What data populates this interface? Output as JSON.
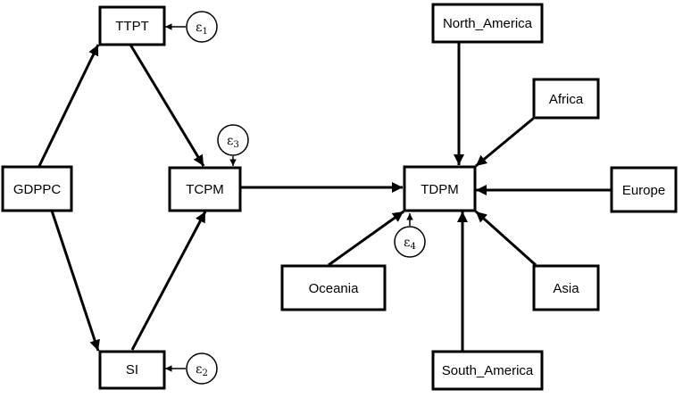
{
  "nodes": {
    "ttpt": "TTPT",
    "gdppc": "GDPPC",
    "tcpm": "TCPM",
    "si": "SI",
    "tdpm": "TDPM",
    "north_america": "North_America",
    "africa": "Africa",
    "europe": "Europe",
    "asia": "Asia",
    "oceania": "Oceania",
    "south_america": "South_America"
  },
  "errors": [
    {
      "symbol": "ε",
      "index": "1"
    },
    {
      "symbol": "ε",
      "index": "2"
    },
    {
      "symbol": "ε",
      "index": "3"
    },
    {
      "symbol": "ε",
      "index": "4"
    }
  ],
  "colors": {
    "stroke": "#000000",
    "background": "#ffffff"
  }
}
